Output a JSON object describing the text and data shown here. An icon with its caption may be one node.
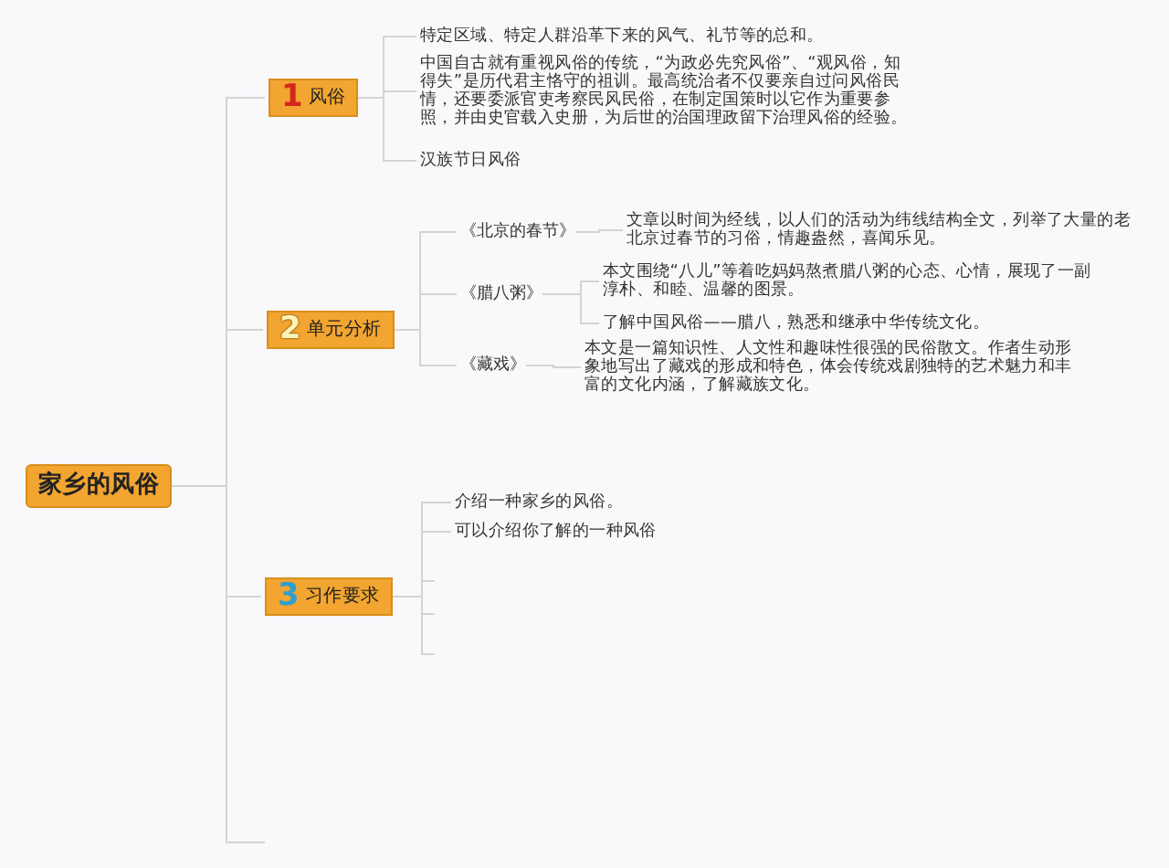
{
  "diagram": {
    "nodes": [
      {
        "text": [
          "家乡的风俗"
        ]
      },
      {
        "text": [
          "1",
          "风俗"
        ]
      },
      {
        "text": [
          "特定区域、特定人群沿革下来的风气、礼节等的总和。"
        ]
      },
      {
        "text": [
          "中国自古就有重视风俗的传统，“为政必先究风俗”、“观风俗，知得失”是历代君主恪守的祖训。最高统治者不仅要亲自过问风俗民情，还要委派官吏考察民风民俗，在制定国策时以它作为重要参照，并由史官载入史册，为后世的治国理政留下治理风俗的经验。"
        ]
      },
      {
        "text": [
          "汉族节日风俗"
        ]
      },
      {
        "text": [
          "2",
          "单元分析"
        ]
      },
      {
        "text": [
          "《北京的春节》"
        ]
      },
      {
        "text": [
          "文章以时间为经线，以人们的活动为纬线结构全文，列举了大量的老北京过春节的习俗，情趣盎然，喜闻乐见。"
        ]
      },
      {
        "text": [
          "《腊八粥》"
        ]
      },
      {
        "text": [
          "本文围绕“八儿”等着吃妈妈熬煮腊八粥的心态、心情，展现了一副淳朴、和睦、温馨的图景。"
        ]
      },
      {
        "text": [
          "了解中国风俗——腊八，熟悉和继承中华传统文化。"
        ]
      },
      {
        "text": [
          "《藏戏》"
        ]
      },
      {
        "text": [
          "本文是一篇知识性、人文性和趣味性很强的民俗散文。作者生动形象地写出了藏戏的形成和特色，体会传统戏剧独特的艺术魅力和丰富的文化内涵，了解藏族文化。"
        ]
      },
      {
        "text": [
          "3",
          "习作要求"
        ]
      },
      {
        "text": [
          "介绍一种家乡的风俗。"
        ]
      },
      {
        "text": [
          "可以介绍你了解的一种风俗"
        ]
      }
    ],
    "edges": [
      {
        "from": 0,
        "to": 1,
        "arrow": "none"
      },
      {
        "from": 0,
        "to": 5,
        "arrow": "none"
      },
      {
        "from": 0,
        "to": 13,
        "arrow": "none"
      },
      {
        "from": 0,
        "to": null,
        "arrow": "none"
      },
      {
        "from": 1,
        "to": 2,
        "arrow": "none"
      },
      {
        "from": 1,
        "to": 3,
        "arrow": "none"
      },
      {
        "from": 1,
        "to": 4,
        "arrow": "none"
      },
      {
        "from": 5,
        "to": 6,
        "arrow": "none"
      },
      {
        "from": 5,
        "to": 8,
        "arrow": "none"
      },
      {
        "from": 5,
        "to": 11,
        "arrow": "none"
      },
      {
        "from": 6,
        "to": 7,
        "arrow": "none"
      },
      {
        "from": 8,
        "to": 9,
        "arrow": "none"
      },
      {
        "from": 8,
        "to": 10,
        "arrow": "none"
      },
      {
        "from": 11,
        "to": 12,
        "arrow": "none"
      },
      {
        "from": 13,
        "to": 14,
        "arrow": "none"
      },
      {
        "from": 13,
        "to": 15,
        "arrow": "none"
      },
      {
        "from": 13,
        "to": null,
        "arrow": "none"
      },
      {
        "from": 13,
        "to": null,
        "arrow": "none"
      },
      {
        "from": 13,
        "to": null,
        "arrow": "none"
      }
    ]
  }
}
